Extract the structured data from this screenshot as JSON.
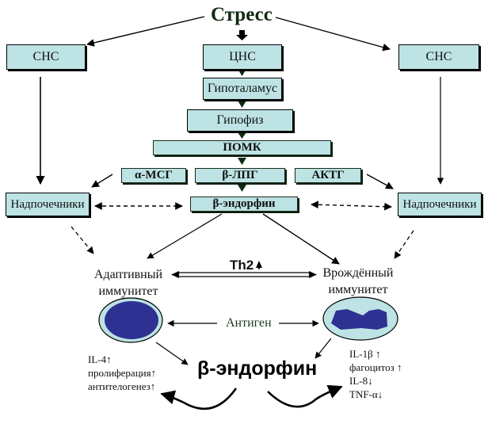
{
  "title": "Стресс",
  "boxes": {
    "sns_left": "СНС",
    "cns": "ЦНС",
    "sns_right": "СНС",
    "hypothalamus": "Гипоталамус",
    "pituitary": "Гипофиз",
    "pomc": "ПОМК",
    "alpha_msh": "α-МСГ",
    "beta_lph": "β-ЛПГ",
    "acth": "АКТГ",
    "beta_endorphin": "β-эндорфин",
    "adrenals_left": "Надпочечники",
    "adrenals_right": "Надпочечники"
  },
  "immunity": {
    "adaptive_line1": "Адаптивный",
    "adaptive_line2": "иммунитет",
    "innate_line1": "Врождённый",
    "innate_line2": "иммунитет",
    "th2": "Th2",
    "antigen": "Антиген"
  },
  "center_label": "β-эндорфин",
  "adaptive_effects": [
    "IL-4↑",
    "пролиферация↑",
    "антителогенез↑"
  ],
  "innate_effects": [
    "IL-1β ↑",
    "фагоцитоз ↑",
    "IL-8↓",
    "TNF-α↓"
  ],
  "colors": {
    "box_fill": "#bde3e4",
    "cell_fill": "#bde3e4",
    "nucleus": "#2e3192",
    "title": "#0f2a10"
  }
}
